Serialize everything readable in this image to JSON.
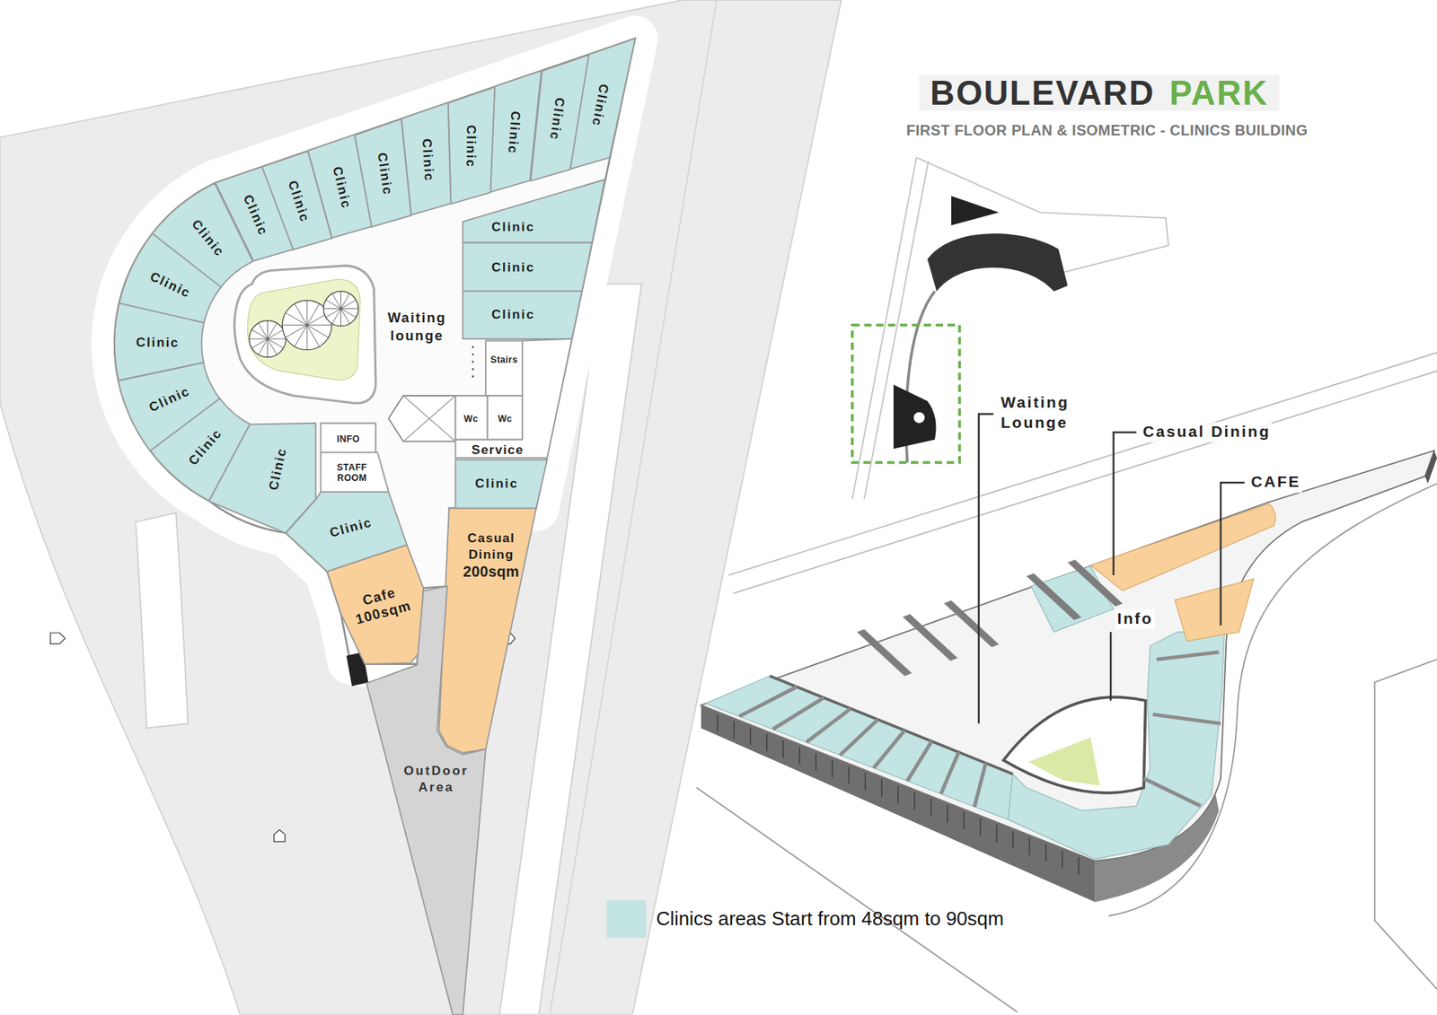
{
  "diagram": {
    "nodes": [
      {
        "text": [
          "Clinic"
        ]
      },
      {
        "text": [
          "Clinic"
        ]
      },
      {
        "text": [
          "Clinic"
        ]
      },
      {
        "text": [
          "Clinic"
        ]
      },
      {
        "text": [
          "Clinic"
        ]
      },
      {
        "text": [
          "Clinic"
        ]
      },
      {
        "text": [
          "Clinic"
        ]
      },
      {
        "text": [
          "Clinic"
        ]
      },
      {
        "text": [
          "Clinic"
        ]
      },
      {
        "text": [
          "Clinic"
        ]
      },
      {
        "text": [
          "Clinic"
        ]
      },
      {
        "text": [
          "Clinic"
        ]
      },
      {
        "text": [
          "Clinic"
        ]
      },
      {
        "text": [
          "Clinic"
        ]
      },
      {
        "text": [
          "Clinic"
        ]
      },
      {
        "text": [
          "INFO"
        ]
      },
      {
        "text": [
          "STAFF ROOM"
        ]
      },
      {
        "text": [
          "Clinic"
        ]
      },
      {
        "text": [
          "Cafe",
          "100sqm"
        ]
      },
      {
        "text": [
          "Clinic"
        ]
      },
      {
        "text": [
          "Clinic"
        ]
      },
      {
        "text": [
          "Clinic"
        ]
      },
      {
        "text": [
          "Stairs"
        ]
      },
      {
        "text": [
          "Wc"
        ]
      },
      {
        "text": [
          "Wc"
        ]
      },
      {
        "text": [
          "Service"
        ]
      },
      {
        "text": [
          "Clinic"
        ]
      },
      {
        "text": [
          "Casual Dining",
          "200sqm"
        ]
      },
      {
        "text": [
          "OutDoor Area"
        ]
      }
    ],
    "labels": [
      "BOULEVARD",
      "PARK",
      "FIRST FLOOR PLAN & ISOMETRIC - CLINICS BUILDING",
      "Waiting lounge",
      "Waiting Lounge",
      "Casual Dining",
      "CAFE",
      "Info"
    ],
    "legend": [
      {
        "text": "Clinics areas Start from 48sqm to 90sqm",
        "color": "#c2e4e2"
      }
    ]
  }
}
